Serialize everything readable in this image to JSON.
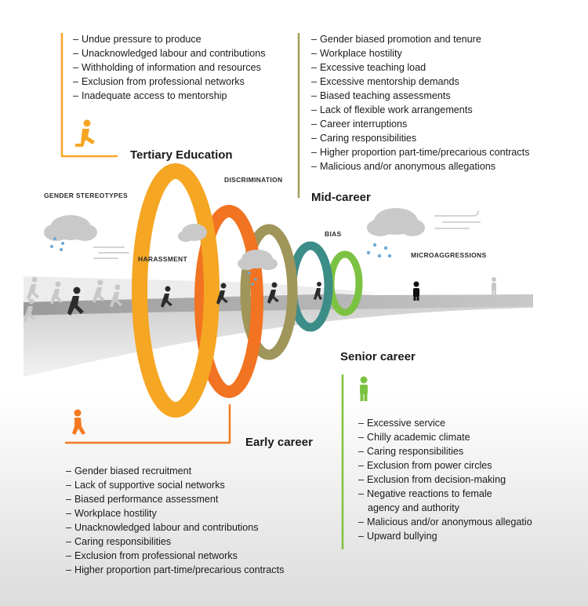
{
  "colors": {
    "tertiary": "#f5a623",
    "early": "#f47a20",
    "mid": "#a39a58",
    "senior": "#7cc242",
    "ring_orange": "#f27321",
    "ring_olive": "#a0955a",
    "ring_teal": "#3c8c88",
    "ring_green": "#7cc242"
  },
  "stages": {
    "tertiary": {
      "title": "Tertiary Education",
      "icon": "running-person-icon",
      "items": [
        "Undue pressure to produce",
        "Unacknowledged labour and contributions",
        "Withholding of information and resources",
        "Exclusion from professional networks",
        "Inadequate access to mentorship"
      ]
    },
    "mid": {
      "title": "Mid-career",
      "items": [
        "Gender biased promotion and tenure",
        "Workplace hostility",
        "Excessive teaching load",
        "Excessive mentorship demands",
        "Biased teaching assessments",
        "Lack of flexible work arrangements",
        "Career interruptions",
        "Caring responsibilities",
        "Higher proportion part-time/precarious contracts",
        "Malicious and/or anonymous allegations"
      ]
    },
    "early": {
      "title": "Early career",
      "icon": "walking-person-icon",
      "items": [
        "Gender biased recruitment",
        "Lack of supportive social networks",
        "Biased performance assessment",
        "Workplace hostility",
        "Unacknowledged labour and contributions",
        "Caring responsibilities",
        "Exclusion from professional networks",
        "Higher proportion part-time/precarious contracts"
      ]
    },
    "senior": {
      "title": "Senior career",
      "icon": "standing-person-icon",
      "items": [
        "Excessive service",
        "Chilly academic climate",
        "Caring responsibilities",
        "Exclusion from power circles",
        "Exclusion from decision-making",
        "Negative reactions to female",
        "agency and authority",
        "Malicious and/or anonymous allegatio",
        "Upward bullying"
      ]
    }
  },
  "barriers": {
    "gender_stereotypes": "GENDER STEREOTYPES",
    "discrimination": "DISCRIMINATION",
    "harassment": "HARASSMENT",
    "bias": "BIAS",
    "microaggressions": "MICROAGGRESSIONS"
  }
}
